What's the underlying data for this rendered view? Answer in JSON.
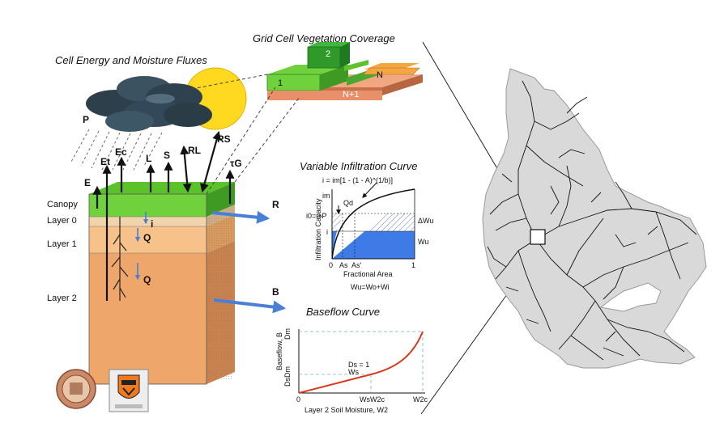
{
  "titles": {
    "fluxes": "Cell Energy and Moisture Fluxes",
    "vegetation": "Grid Cell Vegetation Coverage",
    "infiltration": "Variable Infiltration Curve",
    "baseflow": "Baseflow Curve"
  },
  "veg_tiles": {
    "t1": "1",
    "t2": "2",
    "tN": "N",
    "tN1": "N+1"
  },
  "layers": {
    "canopy": "Canopy",
    "layer0": "Layer 0",
    "layer1": "Layer 1",
    "layer2": "Layer 2"
  },
  "fluxes": {
    "precip": "P",
    "evap": "E",
    "et": "Et",
    "ec": "Ec",
    "latent": "L",
    "sensible": "S",
    "longwave": "RL",
    "shortwave": "RS",
    "ground": "τG",
    "infil": "i",
    "drain1": "Q",
    "drain2": "Q",
    "runoff": "R",
    "base": "B"
  },
  "infiltration_curve": {
    "equation": "i = im[1 - (1 - A)^(1/b)]",
    "ylabel": "Infiltration Capacity",
    "xlabel": "Fractional Area",
    "x_ticks": [
      "0",
      "As",
      "As'",
      "1"
    ],
    "y_labels": [
      "im",
      "i0=i+P",
      "i"
    ],
    "annot_q": "Qd",
    "dw": "ΔWu",
    "wu": "Wu",
    "relation": "Wu=Wo+Wi"
  },
  "baseflow_curve": {
    "ylabel": "Baseflow, B",
    "xlabel": "Layer 2 Soil Moisture, W2",
    "x_ticks": [
      "0",
      "WsW2c",
      "W2c"
    ],
    "y_ticks": [
      "Dm",
      "DsDm"
    ],
    "slope_annot": "Ds = 1",
    "slope_annot2": "Ws"
  },
  "colors": {
    "canopy": "#6fd23c",
    "layer0": "#f2d4ac",
    "layer1": "#f6c28a",
    "layer2": "#eea66b",
    "arrow_blue": "#4a7fd6",
    "sun": "#ffd820",
    "veg_dark": "#2f9a2a",
    "orange_tile": "#f4a640",
    "salmon_tile": "#f1a882",
    "curve_red": "#d8381c",
    "fill_blue": "#3f7be6",
    "basin_fill": "#d9d9d9"
  }
}
